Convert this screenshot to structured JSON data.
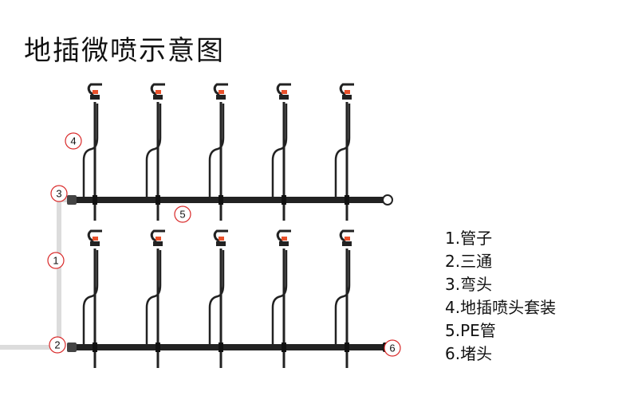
{
  "title": "地插微喷示意图",
  "legend": [
    "1.管子",
    "2.三通",
    "3.弯头",
    "4.地插喷头套装",
    "5.PE管",
    "6.堵头"
  ],
  "callouts": [
    "1",
    "2",
    "3",
    "4",
    "5",
    "6"
  ],
  "sprinklers_per_line": 5,
  "colors": {
    "pipe": "#222222",
    "feed_pipe": "#dcdcdc",
    "callout_ring": "#d92a2a",
    "nozzle": "#e8502a"
  }
}
